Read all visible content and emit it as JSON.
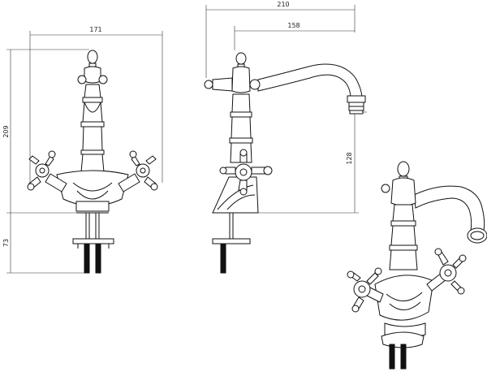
{
  "dimensions": {
    "front_width": "171",
    "front_height": "209",
    "front_below": "73",
    "side_total_width": "210",
    "side_spout_reach": "158",
    "side_spout_height": "128"
  }
}
